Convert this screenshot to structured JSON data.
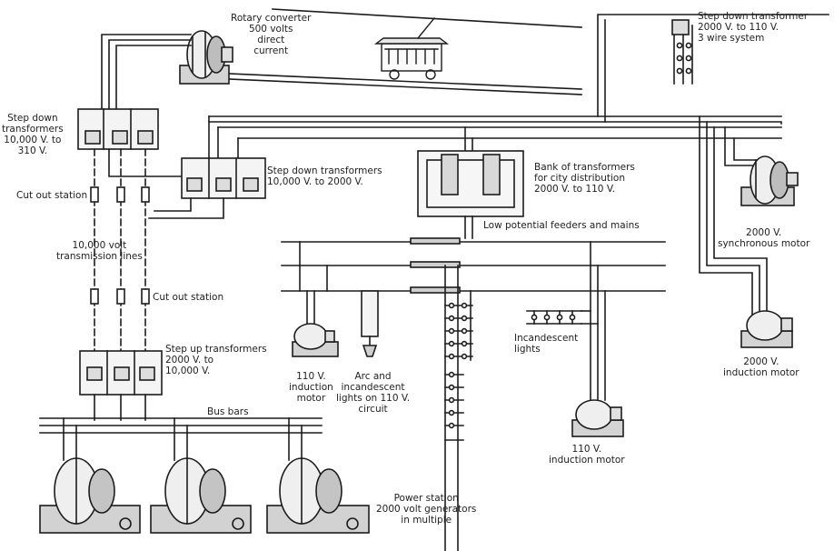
{
  "labels": {
    "rotary_converter": "Rotary converter\n500 volts\ndirect\ncurrent",
    "stepdown_2000_110": "Step down transformer\n2000 V. to 110 V.\n3 wire system",
    "stepdown_10000_310": "Step down\ntransformers\n10,000 V. to\n310 V.",
    "stepdown_10000_2000": "Step down transformers\n10,000 V. to 2000 V.",
    "bank_of_transformers": "Bank of transformers\nfor city distribution\n2000 V. to 110 V.",
    "low_potential": "Low potential feeders and mains",
    "synchronous_motor": "2000 V.\nsynchronous motor",
    "cutout_upper": "Cut out station",
    "transmission_lines": "10,000 volt\ntransmission lines",
    "cutout_lower": "Cut out station",
    "incandescent_lights": "Incandescent\nlights",
    "induction_2000": "2000 V.\ninduction motor",
    "induction_110_left": "110 V.\ninduction\nmotor",
    "arc_lights": "Arc and\nincandescent\nlights on 110 V.\ncircuit",
    "stepup": "Step up transformers\n2000 V. to\n10,000 V.",
    "bus_bars": "Bus bars",
    "induction_110_right": "110 V.\ninduction motor",
    "power_station": "Power station\n2000 volt generators\nin multiple"
  }
}
